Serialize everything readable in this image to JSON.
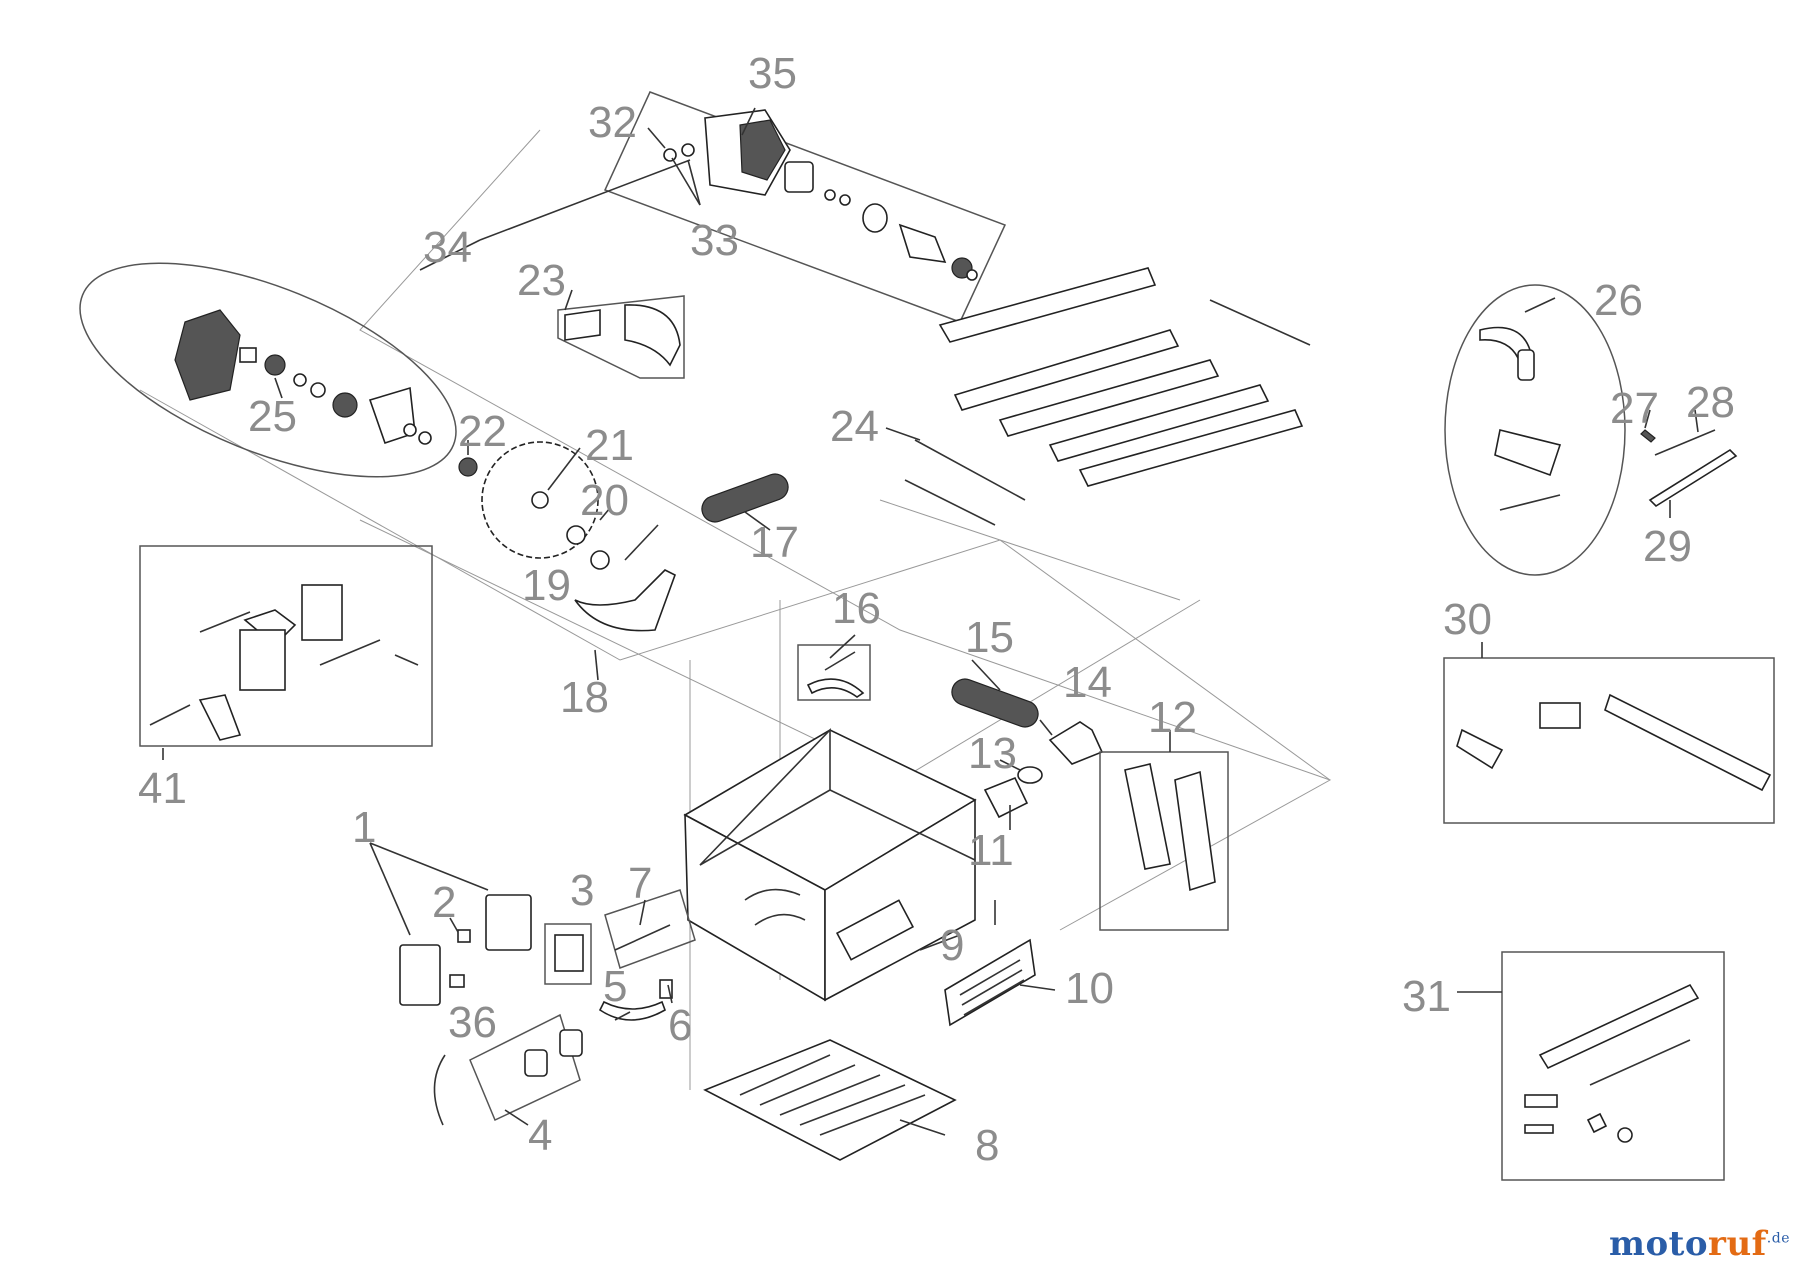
{
  "diagram": {
    "callouts": [
      "1",
      "2",
      "3",
      "4",
      "5",
      "6",
      "7",
      "8",
      "9",
      "10",
      "11",
      "12",
      "13",
      "14",
      "15",
      "16",
      "17",
      "18",
      "19",
      "20",
      "21",
      "22",
      "23",
      "24",
      "25",
      "26",
      "27",
      "28",
      "29",
      "30",
      "31",
      "32",
      "33",
      "34",
      "35",
      "36",
      "41"
    ]
  },
  "watermark": {
    "brand_start": "moto",
    "brand_accent": "ruf",
    "brand_suffix": ".de",
    "colors": {
      "primary": "#2a5da8",
      "accent": "#e36b14"
    }
  }
}
